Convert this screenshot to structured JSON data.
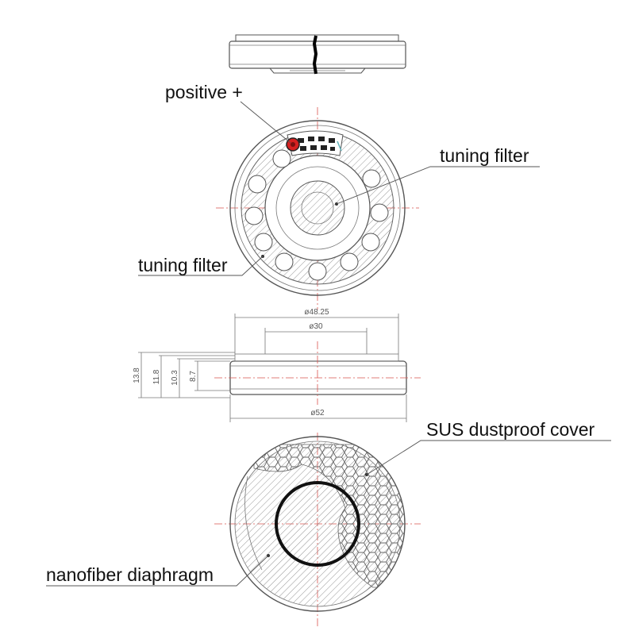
{
  "labels": {
    "positive": "positive +",
    "tuning_filter_top": "tuning filter",
    "tuning_filter_bottom": "tuning filter",
    "sus_cover": "SUS dustproof cover",
    "nanofiber": "nanofiber diaphragm"
  },
  "dimensions": {
    "d48": "ø48.25",
    "d30": "ø30",
    "d52": "ø52",
    "h13_8": "13.8",
    "h11_8": "11.8",
    "h10_3": "10.3",
    "h8_7": "8.7"
  },
  "colors": {
    "line": "#555555",
    "centerline": "#d9534f",
    "terminal": "#d62020",
    "ring": "#111111"
  }
}
